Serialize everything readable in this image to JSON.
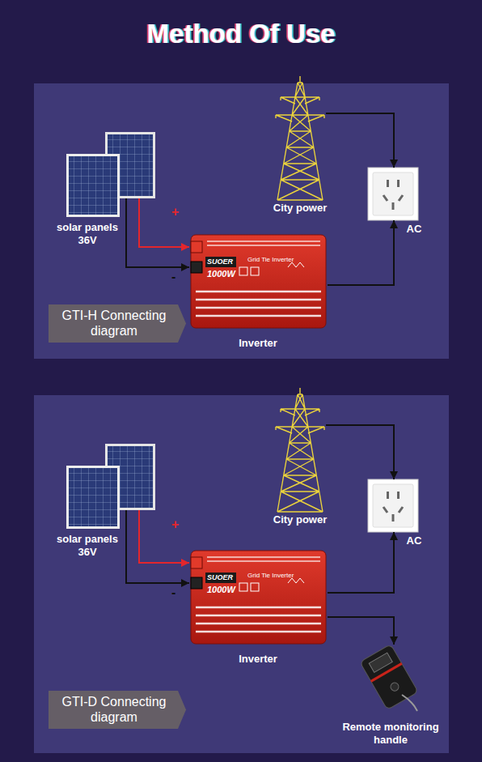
{
  "diagram": {
    "title": "Method Of Use",
    "nodes": [
      {
        "text": [
          "solar panels 36V"
        ]
      },
      {
        "text": [
          "City power"
        ]
      },
      {
        "text": [
          "AC"
        ]
      },
      {
        "text": [
          "SUOER",
          "Grid Tie Inverter",
          "1000W",
          "Inverter"
        ]
      },
      {
        "text": [
          "GTI-H Connecting diagram"
        ]
      },
      {
        "text": [
          "solar panels 36V"
        ]
      },
      {
        "text": [
          "City power"
        ]
      },
      {
        "text": [
          "AC"
        ]
      },
      {
        "text": [
          "SUOER",
          "Grid Tie Inverter",
          "1000W",
          "Inverter"
        ]
      },
      {
        "text": [
          "GTI-D Connecting diagram"
        ]
      },
      {
        "text": [
          "Remote monitoring handle"
        ]
      }
    ],
    "edges": [
      {
        "from": 0,
        "to": 3,
        "arrow": "to",
        "label": "+"
      },
      {
        "from": 0,
        "to": 3,
        "arrow": "to",
        "label": "-"
      },
      {
        "from": 1,
        "to": 2,
        "arrow": "to"
      },
      {
        "from": 3,
        "to": 2,
        "arrow": "to"
      },
      {
        "from": 5,
        "to": 8,
        "arrow": "to",
        "label": "+"
      },
      {
        "from": 5,
        "to": 8,
        "arrow": "to",
        "label": "-"
      },
      {
        "from": 6,
        "to": 7,
        "arrow": "to"
      },
      {
        "from": 8,
        "to": 7,
        "arrow": "to"
      },
      {
        "from": 8,
        "to": 10,
        "arrow": "to"
      }
    ]
  }
}
